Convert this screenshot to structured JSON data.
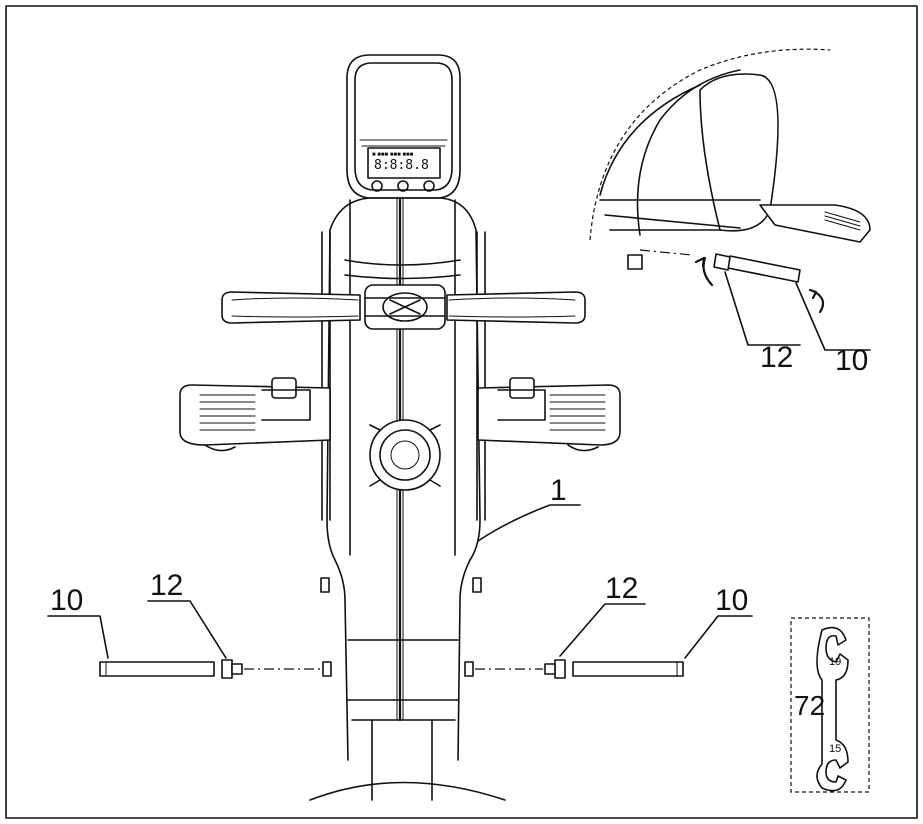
{
  "callouts": {
    "part_1": "1",
    "part_10_left": "10",
    "part_12_left": "12",
    "part_12_right": "12",
    "part_10_right": "10",
    "part_12_detail": "12",
    "part_10_detail": "10",
    "part_72": "72"
  },
  "wrench": {
    "size_top": "19",
    "size_bottom": "15"
  },
  "colors": {
    "line": "#111111",
    "background": "#ffffff"
  }
}
